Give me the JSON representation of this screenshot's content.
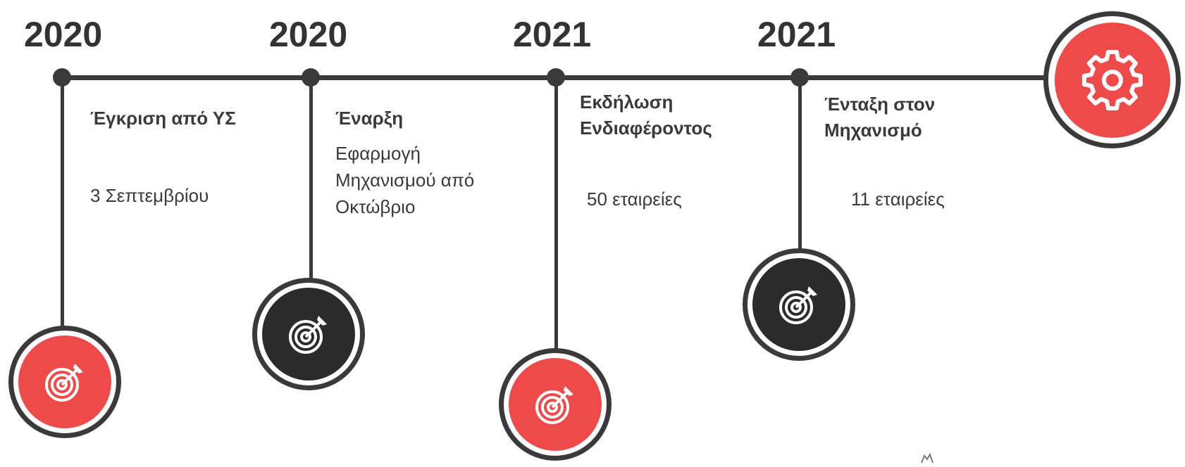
{
  "colors": {
    "line": "#3a3a3a",
    "accent": "#ef4a4a",
    "dark": "#2b2b2b",
    "text": "#3a3a3a"
  },
  "milestones": [
    {
      "year": "2020",
      "title": "Έγκριση από ΥΣ",
      "description": "3 Σεπτεμβρίου",
      "icon": "target-icon",
      "badge_color": "red"
    },
    {
      "year": "2020",
      "title": "Έναρξη",
      "description": "Εφαρμογή Μηχανισμού από Οκτώβριο",
      "icon": "target-icon",
      "badge_color": "dark"
    },
    {
      "year": "2021",
      "title": "Εκδήλωση Ενδιαφέροντος",
      "description": "50 εταιρείες",
      "icon": "target-icon",
      "badge_color": "red"
    },
    {
      "year": "2021",
      "title": "Ένταξη στον Μηχανισμό",
      "description": "11 εταιρείες",
      "icon": "target-icon",
      "badge_color": "dark"
    }
  ],
  "end_icon": "gear-icon"
}
